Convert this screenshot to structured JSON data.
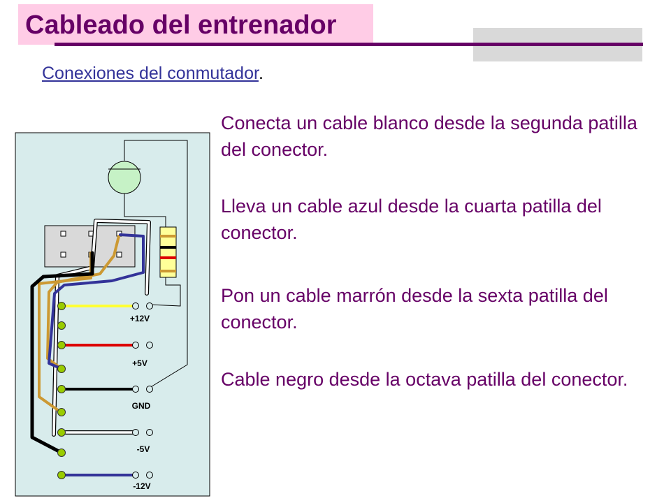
{
  "slide": {
    "title": "Cableado del entrenador",
    "subtitle_underlined": "Conexiones del conmutador",
    "subtitle_suffix": ".",
    "instructions": [
      "Conecta un cable blanco desde la segunda patilla del conector.",
      "Lleva un cable azul desde la cuarta patilla del conector.",
      "Pon un cable marrón desde la sexta patilla del conector.",
      "Cable negro desde la octava patilla del conector."
    ]
  },
  "diagram": {
    "voltage_labels": [
      "+12V",
      "+5V",
      "GND",
      "-5V",
      "-12V"
    ],
    "colors": {
      "board": "#d8ecec",
      "lamp": "#c6f2c6",
      "terminal": "#99cc00",
      "wire_yellow": "#ffff33",
      "wire_red": "#dd0000",
      "wire_black": "#000000",
      "wire_white": "#ffffff",
      "wire_blue": "#333399",
      "wire_brown": "#cc9933",
      "title_text": "#660066",
      "title_bg": "#ffcce6",
      "subtitle_text": "#333399"
    }
  }
}
